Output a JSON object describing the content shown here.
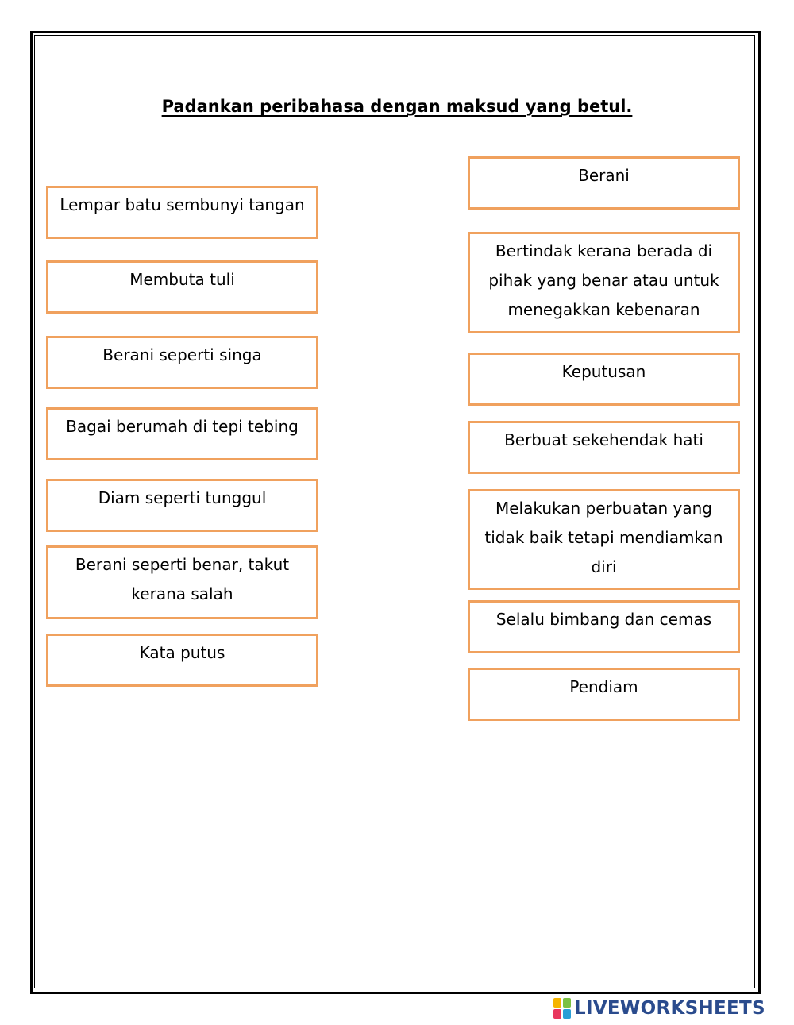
{
  "title": "Padankan peribahasa dengan maksud yang betul.",
  "left_items": [
    "Lempar batu sembunyi tangan",
    "Membuta tuli",
    "Berani seperti singa",
    "Bagai berumah di tepi tebing",
    "Diam seperti tunggul",
    "Berani seperti benar, takut kerana salah",
    "Kata putus"
  ],
  "right_items": [
    "Berani",
    "Bertindak kerana berada di pihak yang benar atau untuk menegakkan kebenaran",
    "Keputusan",
    "Berbuat sekehendak hati",
    "Melakukan perbuatan yang tidak baik tetapi mendiamkan diri",
    "Selalu bimbang dan cemas",
    "Pendiam"
  ],
  "logo": {
    "text": "LIVEWORKSHEETS",
    "colors": [
      "#f5b400",
      "#7ac143",
      "#e8365d",
      "#2a9fd6"
    ]
  },
  "colors": {
    "card_border": "#f0a15e",
    "frame": "#000000"
  }
}
